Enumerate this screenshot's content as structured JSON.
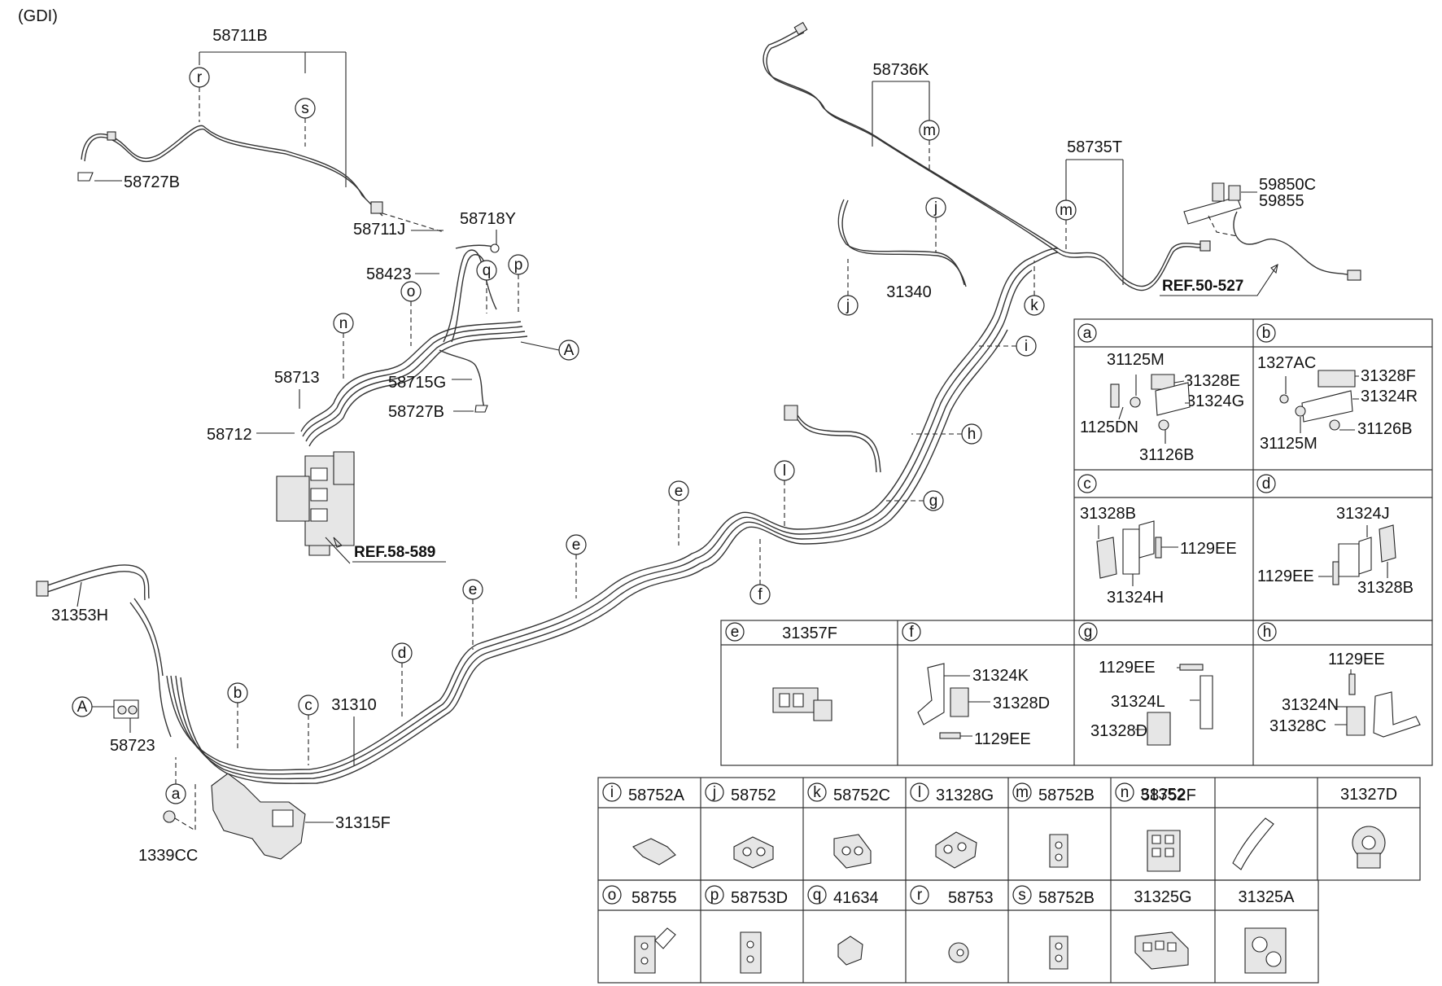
{
  "variant": "(GDI)",
  "labels": {
    "p58711B": "58711B",
    "p58727B_top": "58727B",
    "p58718Y": "58718Y",
    "p58711J": "58711J",
    "p58423": "58423",
    "p58713": "58713",
    "p58712": "58712",
    "p58715G": "58715G",
    "p58727B_mid": "58727B",
    "ref58589": "REF.58-589",
    "p58736K": "58736K",
    "p58735T": "58735T",
    "p59850C": "59850C",
    "p59855": "59855",
    "ref50527": "REF.50-527",
    "p31340": "31340",
    "p31353H": "31353H",
    "p58723": "58723",
    "p31310": "31310",
    "p1339CC": "1339CC",
    "p31315F": "31315F"
  },
  "callouts": {
    "r": "r",
    "s": "s",
    "o": "o",
    "q": "q",
    "p": "p",
    "n": "n",
    "A": "A",
    "j": "j",
    "m": "m",
    "k": "k",
    "i": "i",
    "h": "h",
    "g": "g",
    "l": "l",
    "f": "f",
    "e": "e",
    "d": "d",
    "c": "c",
    "b": "b",
    "a": "a"
  },
  "table_abcd": {
    "a": {
      "letter": "a",
      "parts": [
        "31125M",
        "31328E",
        "31324G",
        "1125DN",
        "31126B"
      ]
    },
    "b": {
      "letter": "b",
      "parts": [
        "1327AC",
        "31328F",
        "31324R",
        "31125M",
        "31126B"
      ]
    },
    "c": {
      "letter": "c",
      "parts": [
        "31328B",
        "1129EE",
        "31324H"
      ]
    },
    "d": {
      "letter": "d",
      "parts": [
        "31324J",
        "1129EE",
        "31328B"
      ]
    }
  },
  "table_efgh": {
    "e": {
      "letter": "e",
      "part": "31357F"
    },
    "f": {
      "letter": "f",
      "parts": [
        "31324K",
        "31328D",
        "1129EE"
      ]
    },
    "g": {
      "letter": "g",
      "parts": [
        "1129EE",
        "31324L",
        "31328D"
      ]
    },
    "h": {
      "letter": "h",
      "parts": [
        "1129EE",
        "31324N",
        "31328C"
      ]
    }
  },
  "clip_table_row1": [
    {
      "letter": "i",
      "part": "58752A"
    },
    {
      "letter": "j",
      "part": "58752"
    },
    {
      "letter": "k",
      "part": "58752C"
    },
    {
      "letter": "l",
      "part": "31328G"
    },
    {
      "letter": "m",
      "part": "58752B"
    },
    {
      "letter": "n",
      "part": "58752F"
    },
    {
      "letter": "",
      "part": "31352"
    },
    {
      "letter": "",
      "part": "31327D"
    }
  ],
  "clip_table_row2": [
    {
      "letter": "o",
      "part": "58755"
    },
    {
      "letter": "p",
      "part": "58753D"
    },
    {
      "letter": "q",
      "part": "41634"
    },
    {
      "letter": "r",
      "part": "58753"
    },
    {
      "letter": "s",
      "part": "58752B"
    },
    {
      "letter": "",
      "part": "31325G"
    },
    {
      "letter": "",
      "part": "31325A"
    }
  ]
}
